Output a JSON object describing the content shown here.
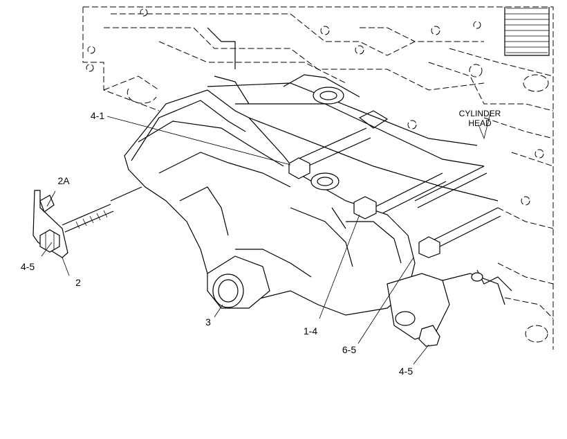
{
  "labels": {
    "cylinder_head_line1": "CYLINDER",
    "cylinder_head_line2": "HEAD",
    "part_4_1": "4-1",
    "part_2a": "2A",
    "part_4_5_left": "4-5",
    "part_2": "2",
    "part_3": "3",
    "part_1_4": "1-4",
    "part_6_5": "6-5",
    "part_4_5_right": "4-5"
  }
}
